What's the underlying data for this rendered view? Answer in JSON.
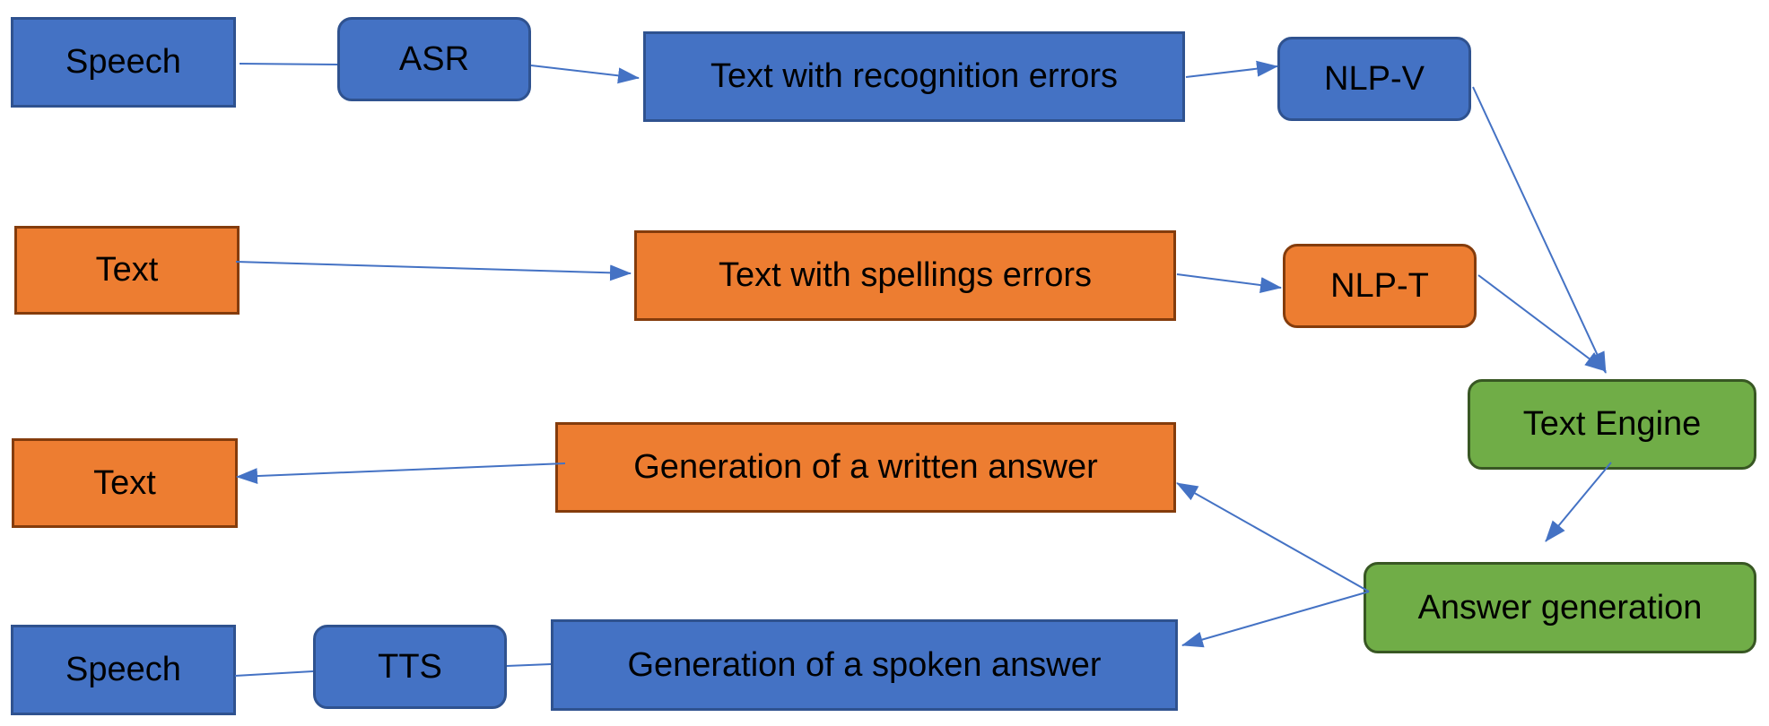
{
  "nodes": {
    "speech_in": "Speech",
    "asr": "ASR",
    "text_recognition_errors": "Text with recognition errors",
    "nlp_v": "NLP-V",
    "text_in": "Text",
    "text_spelling_errors": "Text with spellings errors",
    "nlp_t": "NLP-T",
    "text_engine": "Text Engine",
    "written_answer": "Generation of a written answer",
    "text_out": "Text",
    "answer_generation": "Answer generation",
    "spoken_answer": "Generation of a spoken answer",
    "tts": "TTS",
    "speech_out": "Speech"
  },
  "colors": {
    "speech_path": "#4472c4",
    "text_path": "#ed7d31",
    "engine": "#70ad47",
    "arrow": "#4472c4"
  }
}
